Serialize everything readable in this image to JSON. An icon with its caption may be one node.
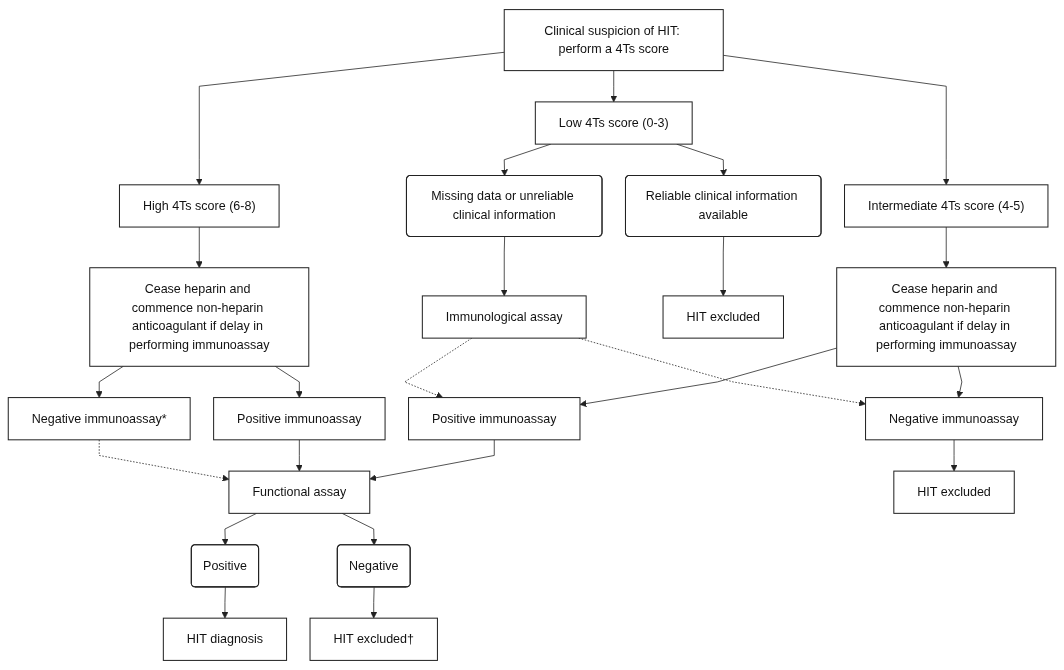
{
  "diagram": {
    "nodes": [
      {
        "text": [
          "Clinical suspicion of HIT: perform a 4Ts score"
        ]
      },
      {
        "text": [
          "Low 4Ts score (0-3)"
        ]
      },
      {
        "text": [
          "Intermediate 4Ts score (4-5)"
        ]
      },
      {
        "text": [
          "High 4Ts score (6-8)"
        ]
      },
      {
        "text": [
          "Reliable clinical information available"
        ]
      },
      {
        "text": [
          "Missing data or unreliable clinical information"
        ]
      },
      {
        "text": [
          "Cease heparin and commence non-heparin anticoagulant if delay in performing immunoassay"
        ]
      },
      {
        "text": [
          "Cease heparin and commence non-heparin anticoagulant if delay in performing immunoassay"
        ]
      },
      {
        "text": [
          "Positive immunoassay"
        ]
      },
      {
        "text": [
          "HIT excluded"
        ]
      },
      {
        "text": [
          "Immunological assay"
        ]
      },
      {
        "text": [
          "Negative immunoassay"
        ]
      },
      {
        "text": [
          "Positive immunoassay"
        ]
      },
      {
        "text": [
          "Negative immunoassay*"
        ]
      },
      {
        "text": [
          "Functional assay"
        ]
      },
      {
        "text": [
          "Positive"
        ]
      },
      {
        "text": [
          "Negative"
        ]
      },
      {
        "text": [
          "HIT excluded"
        ]
      },
      {
        "text": [
          "HIT diagnosis"
        ]
      },
      {
        "text": [
          "HIT excluded†"
        ]
      }
    ],
    "edges": [
      {
        "from": 0,
        "to": 1,
        "arrow": "to"
      },
      {
        "from": 0,
        "to": 2,
        "arrow": "to"
      },
      {
        "from": 0,
        "to": 3,
        "arrow": "to"
      },
      {
        "from": 1,
        "to": 4,
        "arrow": "to"
      },
      {
        "from": 1,
        "to": 5,
        "arrow": "to"
      },
      {
        "from": 2,
        "to": 6,
        "arrow": "to"
      },
      {
        "from": 3,
        "to": 7,
        "arrow": "to"
      },
      {
        "from": 4,
        "to": 9,
        "arrow": "to"
      },
      {
        "from": 5,
        "to": 10,
        "arrow": "to"
      },
      {
        "from": 6,
        "to": 8,
        "arrow": "to"
      },
      {
        "from": 6,
        "to": 11,
        "arrow": "to"
      },
      {
        "from": 10,
        "to": 8,
        "arrow": "to",
        "style": "dashed"
      },
      {
        "from": 10,
        "to": 11,
        "arrow": "to",
        "style": "dashed"
      },
      {
        "from": 7,
        "to": 12,
        "arrow": "to"
      },
      {
        "from": 7,
        "to": 13,
        "arrow": "to"
      },
      {
        "from": 8,
        "to": 14,
        "arrow": "to"
      },
      {
        "from": 12,
        "to": 14,
        "arrow": "to"
      },
      {
        "from": 13,
        "to": 14,
        "arrow": "to",
        "style": "dashed"
      },
      {
        "from": 14,
        "to": 15,
        "arrow": "to"
      },
      {
        "from": 14,
        "to": 16,
        "arrow": "to"
      },
      {
        "from": 11,
        "to": 17,
        "arrow": "to"
      },
      {
        "from": 15,
        "to": 18,
        "arrow": "to"
      },
      {
        "from": 16,
        "to": 19,
        "arrow": "to"
      }
    ]
  }
}
